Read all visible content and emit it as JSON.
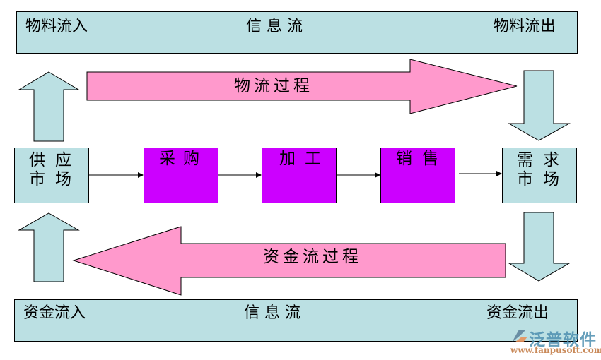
{
  "top_bar": {
    "left_label": "物料流入",
    "center_label": "信 息 流",
    "right_label": "物料流出"
  },
  "bottom_bar": {
    "left_label": "资金流入",
    "center_label": "信 息 流",
    "right_label": "资金流出"
  },
  "material_flow_arrow": {
    "label": "物流过程",
    "direction": "right"
  },
  "capital_flow_arrow": {
    "label": "资金流过程",
    "direction": "left"
  },
  "nodes": [
    {
      "id": "supply-market",
      "line1": "供应",
      "line2": "市场",
      "type": "market"
    },
    {
      "id": "purchase",
      "line1": "采购",
      "line2": "",
      "type": "process"
    },
    {
      "id": "processing",
      "line1": "加工",
      "line2": "",
      "type": "process"
    },
    {
      "id": "sales",
      "line1": "销售",
      "line2": "",
      "type": "process"
    },
    {
      "id": "demand-market",
      "line1": "需求",
      "line2": "市场",
      "type": "market"
    }
  ],
  "flow_connections": [
    {
      "from": "supply-market",
      "to": "purchase"
    },
    {
      "from": "purchase",
      "to": "processing"
    },
    {
      "from": "processing",
      "to": "sales"
    },
    {
      "from": "sales",
      "to": "demand-market"
    }
  ],
  "side_arrows": [
    {
      "id": "up-arrow-top-left",
      "direction": "up"
    },
    {
      "id": "down-arrow-top-right",
      "direction": "down"
    },
    {
      "id": "up-arrow-bottom-left",
      "direction": "up"
    },
    {
      "id": "down-arrow-bottom-right",
      "direction": "down"
    }
  ],
  "colors": {
    "bar_fill": "#bbe0e3",
    "market_fill": "#bbe0e3",
    "process_fill": "#cc00ff",
    "flow_arrow_fill": "#ff99cc",
    "outline": "#000000"
  },
  "watermark": {
    "brand": "泛普软件",
    "url": "www.fanpusoft.com"
  }
}
